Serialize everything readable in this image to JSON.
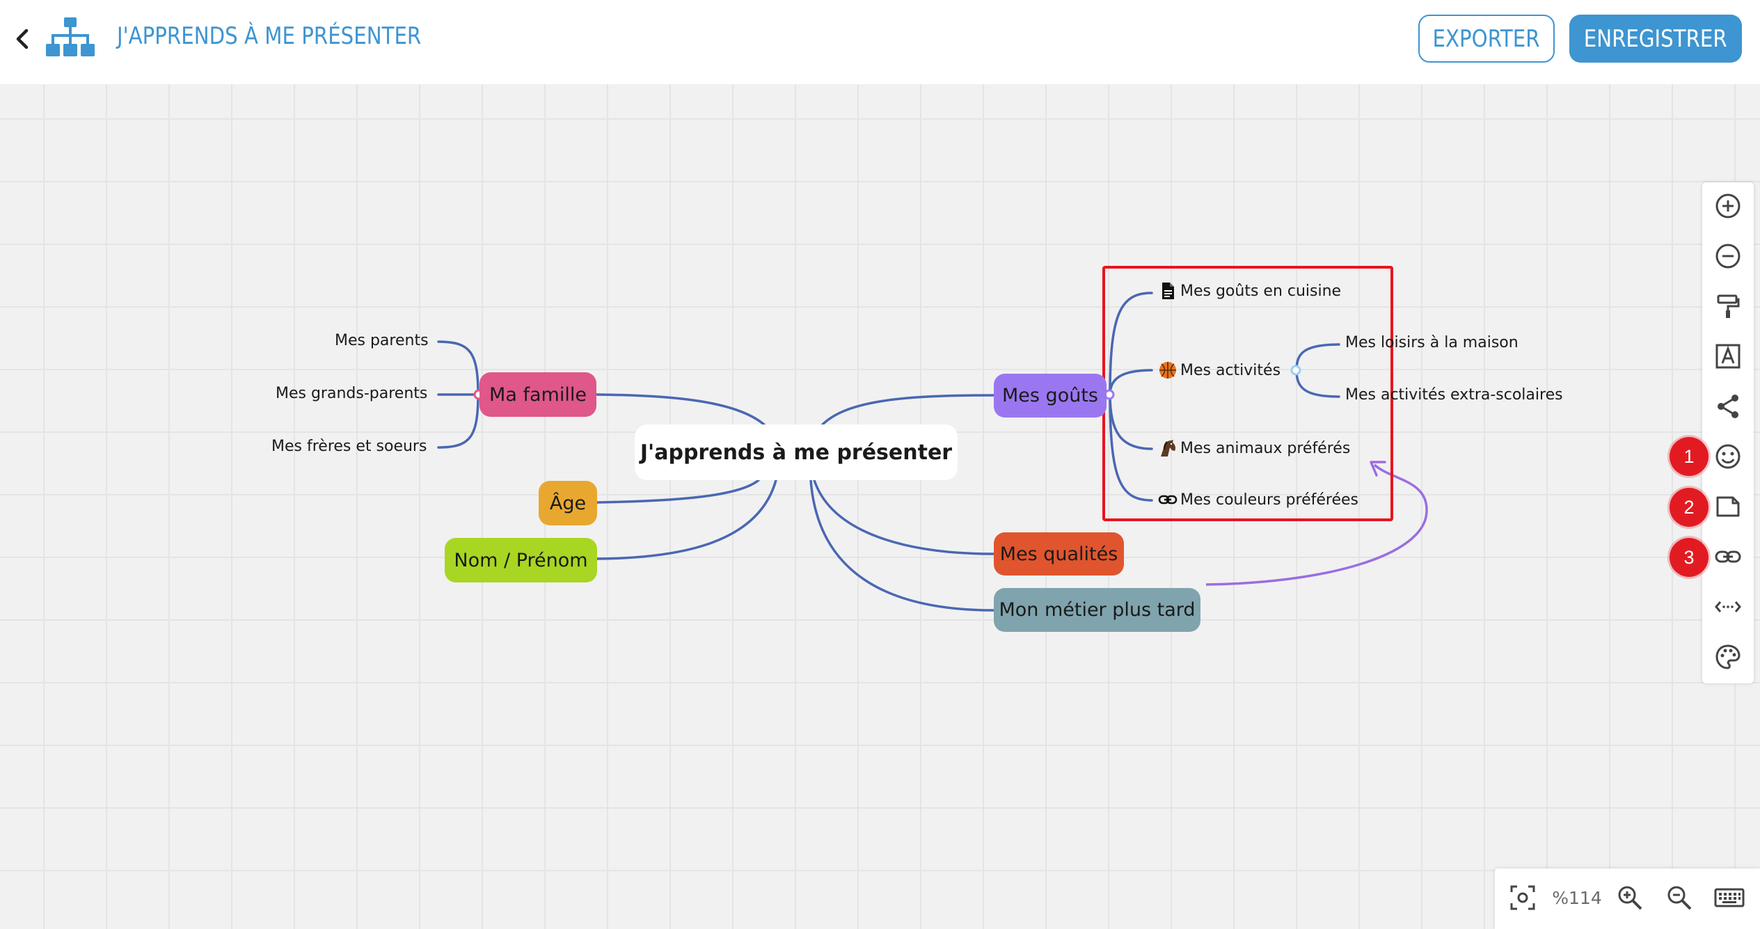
{
  "header": {
    "title": "J'APPRENDS À ME PRÉSENTER",
    "export_label": "EXPORTER",
    "save_label": "ENREGISTRER",
    "accent_color": "#3d95d1"
  },
  "mindmap": {
    "central": "J'apprends à me présenter",
    "branches": {
      "famille": {
        "label": "Ma famille",
        "color": "#e0578a",
        "children": [
          "Mes parents",
          "Mes grands-parents",
          "Mes frères et soeurs"
        ]
      },
      "age": {
        "label": "Âge",
        "color": "#e8a830"
      },
      "nom": {
        "label": "Nom / Prénom",
        "color": "#a8d623"
      },
      "gouts": {
        "label": "Mes goûts",
        "color": "#9a77f0",
        "children": [
          {
            "label": "Mes goûts en cuisine",
            "icon": "document-icon"
          },
          {
            "label": "Mes activités",
            "icon": "basketball-icon",
            "children": [
              "Mes loisirs à la maison",
              "Mes activités extra-scolaires"
            ]
          },
          {
            "label": "Mes animaux préférés",
            "icon": "horse-icon"
          },
          {
            "label": "Mes couleurs préférées",
            "icon": "link-icon"
          }
        ]
      },
      "qualites": {
        "label": "Mes qualités",
        "color": "#e0552e"
      },
      "metier": {
        "label": "Mon métier plus tard",
        "color": "#7fa4ad"
      }
    },
    "branch_line_color": "#4a67b3",
    "relation_line_color": "#9a6ee0"
  },
  "toolbar": {
    "tools": [
      "add-node-icon",
      "remove-node-icon",
      "format-painter-icon",
      "text-style-icon",
      "share-icon",
      "emoji-icon",
      "note-icon",
      "link-icon",
      "relation-icon",
      "palette-icon"
    ],
    "badges": [
      "1",
      "2",
      "3"
    ],
    "badge_color": "#e21b23"
  },
  "zoom": {
    "level": "%114"
  }
}
